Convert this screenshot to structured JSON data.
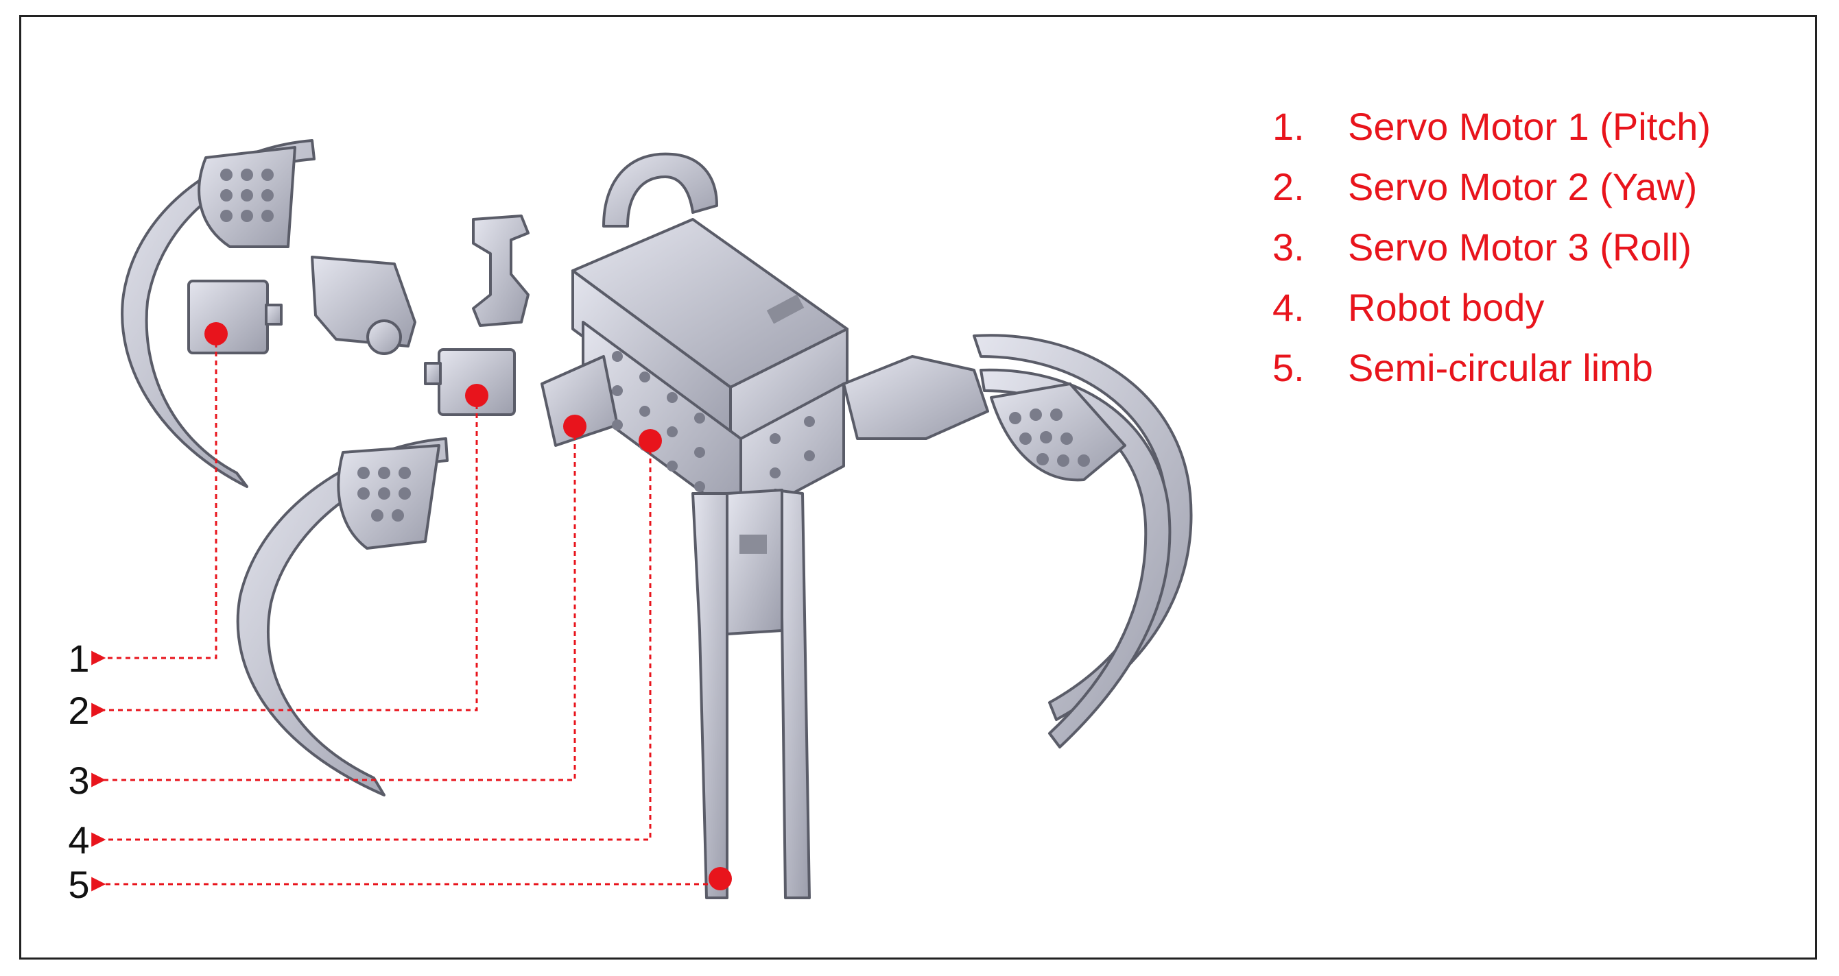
{
  "legend": [
    {
      "number": "1.",
      "label": "Servo Motor 1 (Pitch)"
    },
    {
      "number": "2.",
      "label": "Servo Motor 2 (Yaw)"
    },
    {
      "number": "3.",
      "label": "Servo Motor 3 (Roll)"
    },
    {
      "number": "4.",
      "label": "Robot body"
    },
    {
      "number": "5.",
      "label": "Semi-circular limb"
    }
  ],
  "pointers": [
    "1",
    "2",
    "3",
    "4",
    "5"
  ],
  "colors": {
    "annotation": "#e8141c",
    "part_fill": "#c9cbd6",
    "part_stroke": "#5a5c68",
    "frame": "#222222"
  }
}
